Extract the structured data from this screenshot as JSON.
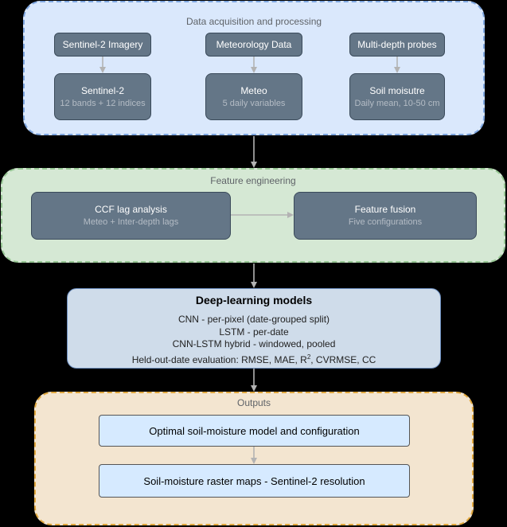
{
  "acquisition": {
    "title": "Data acquisition and processing",
    "sources": [
      {
        "label": "Sentinel-2 Imagery"
      },
      {
        "label": "Meteorology Data"
      },
      {
        "label": "Multi-depth probes"
      }
    ],
    "datasets": [
      {
        "title": "Sentinel-2",
        "subtitle": "12 bands + 12 indices"
      },
      {
        "title": "Meteo",
        "subtitle": "5 daily variables"
      },
      {
        "title": "Soil moisutre",
        "subtitle": "Daily mean, 10-50 cm"
      }
    ]
  },
  "feature_engineering": {
    "title": "Feature engineering",
    "ccf": {
      "title": "CCF lag analysis",
      "subtitle": "Meteo + Inter-depth lags"
    },
    "fusion": {
      "title": "Feature fusion",
      "subtitle": "Five configurations"
    }
  },
  "models": {
    "title": "Deep-learning models",
    "lines": [
      "CNN - per-pixel (date-grouped split)",
      "LSTM - per-date",
      "CNN-LSTM hybrid - windowed, pooled"
    ],
    "eval_prefix": "Held-out-date evaluation: RMSE, MAE, R",
    "eval_sup": "2",
    "eval_suffix": ", CVRMSE, CC"
  },
  "outputs": {
    "title": "Outputs",
    "items": [
      {
        "label": "Optimal soil-moisture model and configuration"
      },
      {
        "label": "Soil-moisture raster maps - Sentinel-2 resolution"
      }
    ]
  },
  "colors": {
    "arrow": "#b3b3b3",
    "acquisition_fill": "#dae8fc",
    "feature_fill": "#d5e8d4",
    "output_fill": "#f3e5d0",
    "node_fill": "#647687"
  }
}
